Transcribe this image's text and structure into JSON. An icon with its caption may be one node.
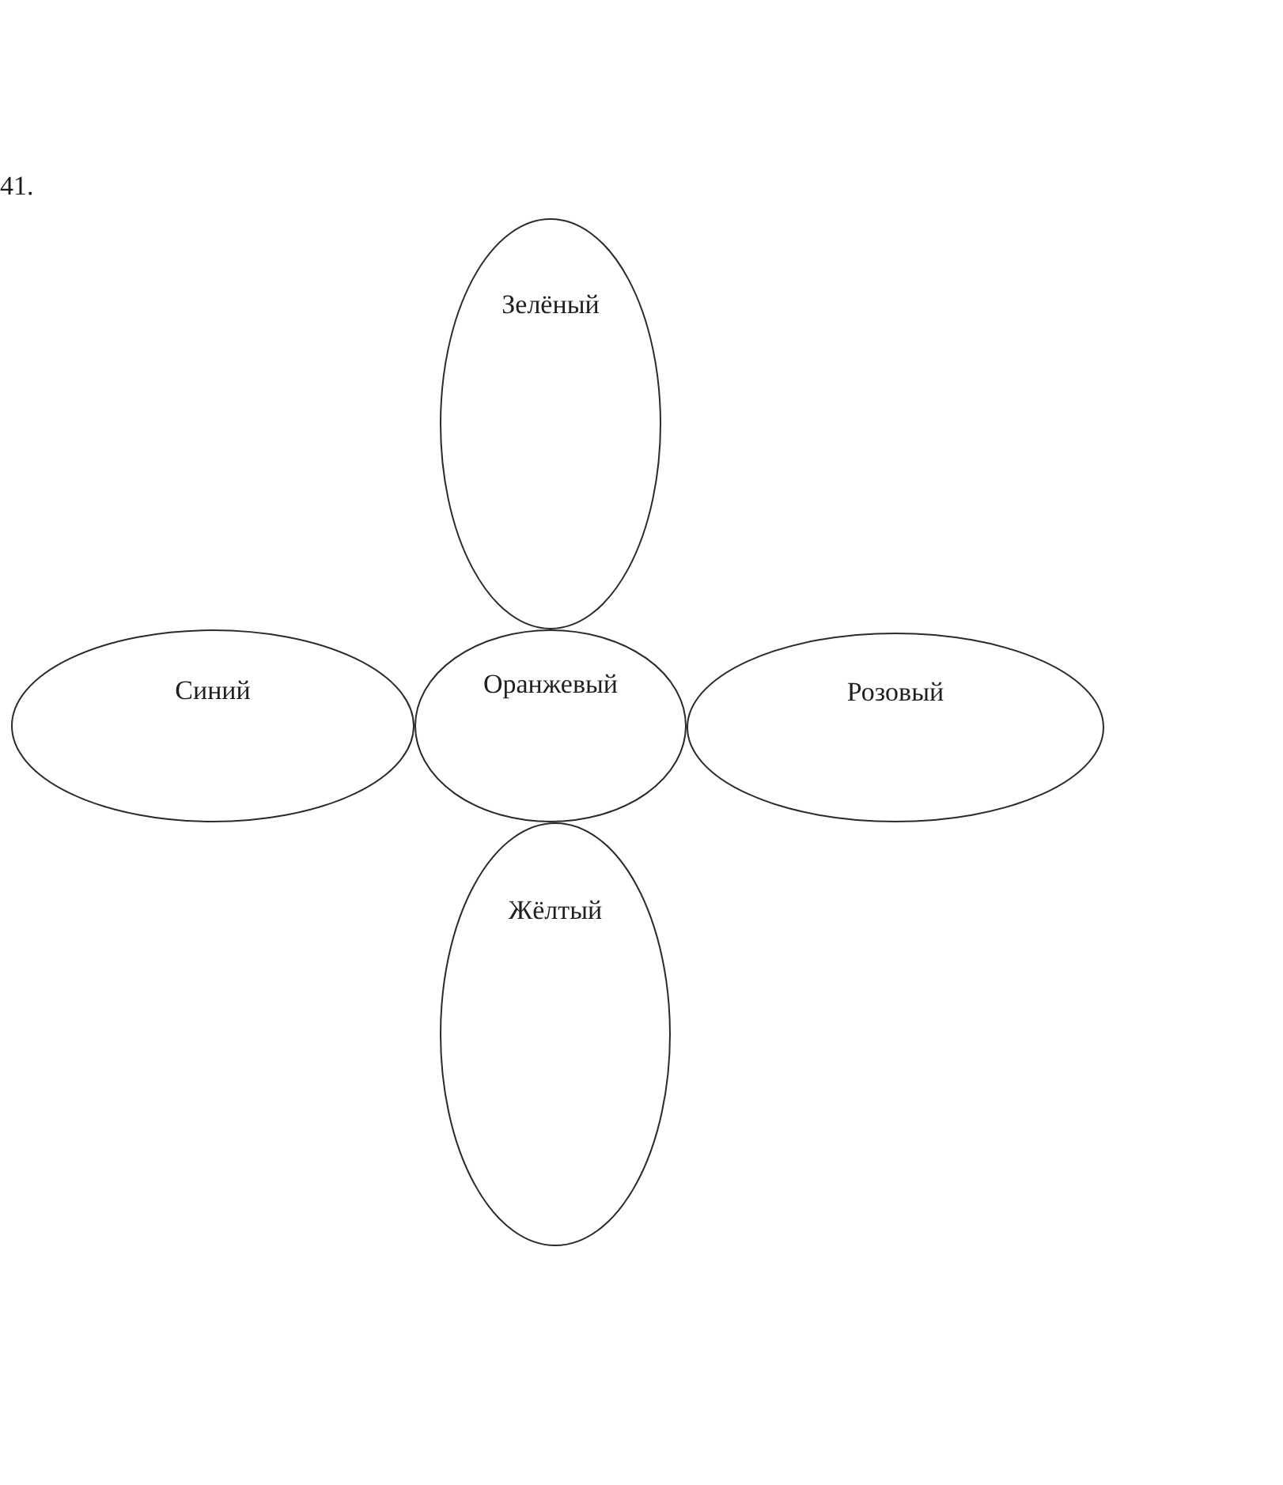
{
  "diagram": {
    "nodes": [
      {
        "text": [
          "Зелёный"
        ]
      },
      {
        "text": [
          "Синий"
        ]
      },
      {
        "text": [
          "Оранжевый"
        ]
      },
      {
        "text": [
          "Розовый"
        ]
      },
      {
        "text": [
          "Жёлтый"
        ]
      }
    ],
    "labels": [
      "41."
    ]
  }
}
